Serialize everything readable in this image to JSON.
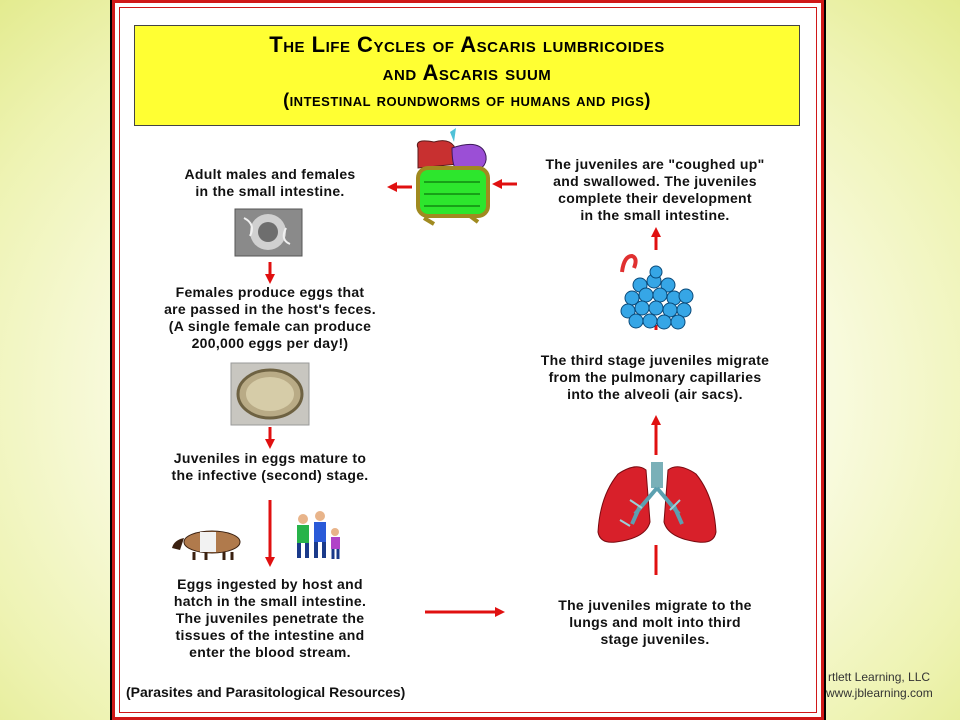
{
  "title": {
    "line1": "The Life Cycles of Ascaris lumbricoides",
    "line2": "and Ascaris suum",
    "line3": "(intestinal roundworms of humans and pigs)"
  },
  "steps": {
    "adults": "Adult males and females\nin the small intestine.",
    "eggs_passed": "Females produce eggs that\nare passed in the host's feces.\n(A single female can produce\n200,000 eggs per day!)",
    "mature": "Juveniles in eggs mature to\nthe infective (second) stage.",
    "ingested": "Eggs ingested by host and\nhatch in the small intestine.\nThe juveniles penetrate the\ntissues of the intestine and\nenter the blood stream.",
    "lungs": "The juveniles migrate to the\nlungs and molt into third\nstage juveniles.",
    "alveoli": "The third stage juveniles migrate\nfrom the pulmonary capillaries\ninto the alveoli (air sacs).",
    "coughed": "The juveniles are \"coughed up\"\nand swallowed.  The juveniles\ncomplete their development\nin the small intestine."
  },
  "source": "(Parasites and Parasitological Resources)",
  "credit": {
    "line1": "rtlett Learning, LLC",
    "line2": "www.jblearning.com"
  },
  "colors": {
    "arrow": "#e01010",
    "frame": "#d01818",
    "title_bg": "#ffff33"
  }
}
